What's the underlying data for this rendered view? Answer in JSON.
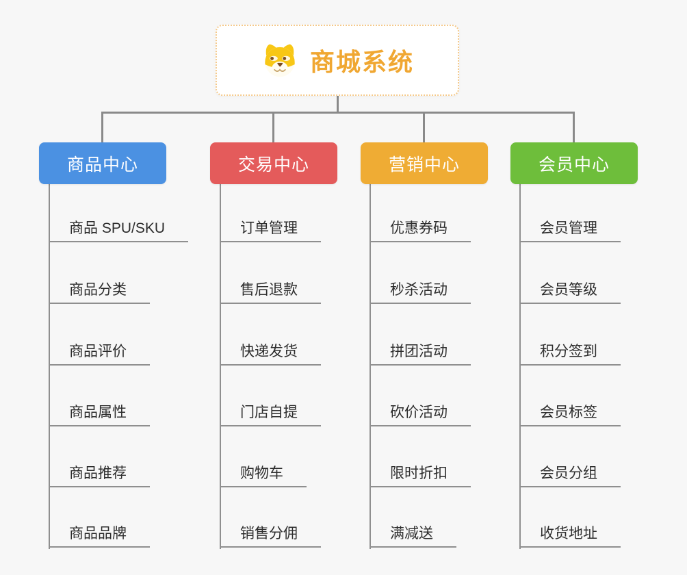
{
  "canvas": {
    "background_color": "#f7f7f7",
    "connector_color": "#8a8a8a"
  },
  "root": {
    "title": "商城系统",
    "title_color": "#f0a732",
    "border_color": "#f5c98a",
    "icon": "shiba-dog-icon"
  },
  "branches": [
    {
      "label": "商品中心",
      "color": "#4b91e2",
      "children": [
        "商品 SPU/SKU",
        "商品分类",
        "商品评价",
        "商品属性",
        "商品推荐",
        "商品品牌"
      ]
    },
    {
      "label": "交易中心",
      "color": "#e45b5b",
      "children": [
        "订单管理",
        "售后退款",
        "快递发货",
        "门店自提",
        "购物车",
        "销售分佣"
      ]
    },
    {
      "label": "营销中心",
      "color": "#efac34",
      "children": [
        "优惠券码",
        "秒杀活动",
        "拼团活动",
        "砍价活动",
        "限时折扣",
        "满减送"
      ]
    },
    {
      "label": "会员中心",
      "color": "#6ebe3b",
      "children": [
        "会员管理",
        "会员等级",
        "积分签到",
        "会员标签",
        "会员分组",
        "收货地址"
      ]
    }
  ]
}
